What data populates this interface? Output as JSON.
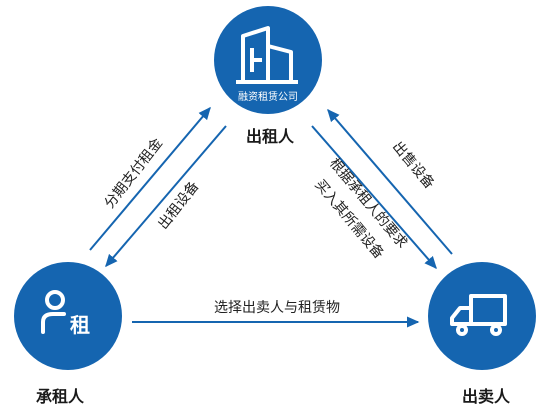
{
  "nodes": {
    "lessor": {
      "name": "出租人",
      "sublabel": "融资租赁公司",
      "icon": "office-building-icon"
    },
    "lessee": {
      "name": "承租人",
      "icon_text": "租",
      "icon": "person-icon"
    },
    "seller": {
      "name": "出卖人",
      "icon": "delivery-truck-icon"
    }
  },
  "flows": {
    "lessee_to_lessor": "分期支付租金",
    "lessor_to_lessee": "出租设备",
    "seller_to_lessor": "出售设备",
    "lessor_to_seller_line1": "根据承租人的要求",
    "lessor_to_seller_line2": "买入其所需设备",
    "lessee_to_seller": "选择出卖人与租赁物"
  },
  "colors": {
    "circle_fill": "#1565b0",
    "arrow": "#1565b0",
    "text": "#222222",
    "icon_fill": "#ffffff"
  }
}
